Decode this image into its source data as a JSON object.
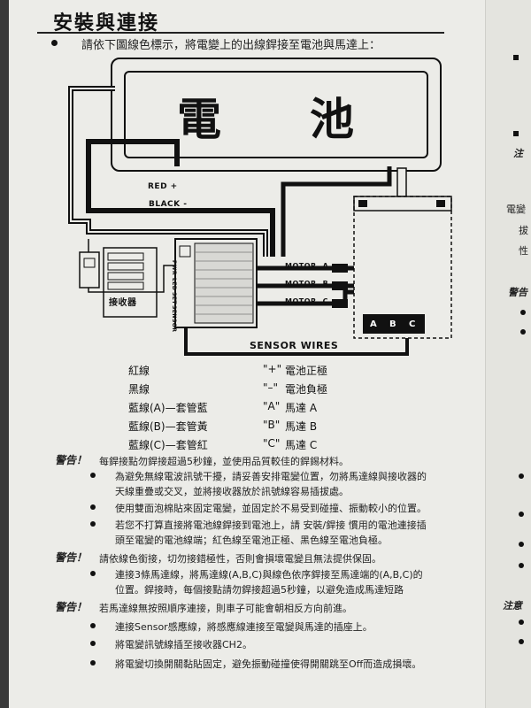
{
  "header": {
    "title": "安裝與連接"
  },
  "intro": {
    "text": "請依下圖線色標示，將電變上的出線銲接至電池與馬達上："
  },
  "diagram": {
    "battery": {
      "char1": "電",
      "char2": "池"
    },
    "red_label": "RED +",
    "black_label": "BLACK -",
    "motor_a": "MOTOR. A",
    "motor_b": "MOTOR. B",
    "motor_c": "MOTOR. C",
    "sensor_wires": "SENSOR WIRES",
    "receiver_label": "接收器",
    "motor_terms": [
      "A",
      "B",
      "C"
    ],
    "esc_side": [
      "PWR",
      "LED",
      "SET",
      "SENSOR"
    ]
  },
  "legend": [
    {
      "color": "紅線",
      "code": "\"+\"",
      "meaning": "電池正極"
    },
    {
      "color": "黑線",
      "code": "\"–\"",
      "meaning": "電池負極"
    },
    {
      "color": "藍線(A)—套管藍",
      "code": "\"A\"",
      "meaning": "馬達 A"
    },
    {
      "color": "藍線(B)—套管黃",
      "code": "\"B\"",
      "meaning": "馬達 B"
    },
    {
      "color": "藍線(C)—套管紅",
      "code": "\"C\"",
      "meaning": "馬達 C"
    }
  ],
  "warnings": [
    {
      "label": "警告！",
      "text": "每銲接點勿銲接超過5秒鐘，並使用品質較佳的銲錫材料。"
    },
    {
      "label": "警告！",
      "text": "請依線色銜接，切勿接錯極性，否則會損壞電變且無法提供保固。"
    },
    {
      "label": "警告！",
      "text": "若馬達線無按照順序連接，則車子可能會朝相反方向前進。"
    }
  ],
  "notes": [
    "為避免無線電波訊號干擾，請妥善安排電變位置，勿將馬達線與接收器的",
    "天線重疊或交叉，並將接收器放於訊號線容易插拔處。",
    "使用雙面泡棉貼來固定電變，並固定於不易受到碰撞、振動較小的位置。",
    "若您不打算直接將電池線銲接到電池上，請 安裝/銲接 慣用的電池連接插",
    "頭至電變的電池線端；紅色線至電池正極、黑色線至電池負極。",
    "連接3條馬達線，將馬達線(A,B,C)與線色依序銲接至馬達端的(A,B,C)的",
    "位置。銲接時，每個接點請勿銲接超過5秒鐘，以避免造成馬達短路",
    "連接Sensor感應線，將感應線連接至電變與馬達的插座上。",
    "將電變訊號線插至接收器CH2。",
    "將電變切換開關黏貼固定，避免振動碰撞使得開關跳至Off而造成損壞。"
  ],
  "side": {
    "note1": "注",
    "item1": "電變",
    "line1": "拔",
    "line2": "性",
    "warn": "警告",
    "note2": "注意"
  }
}
